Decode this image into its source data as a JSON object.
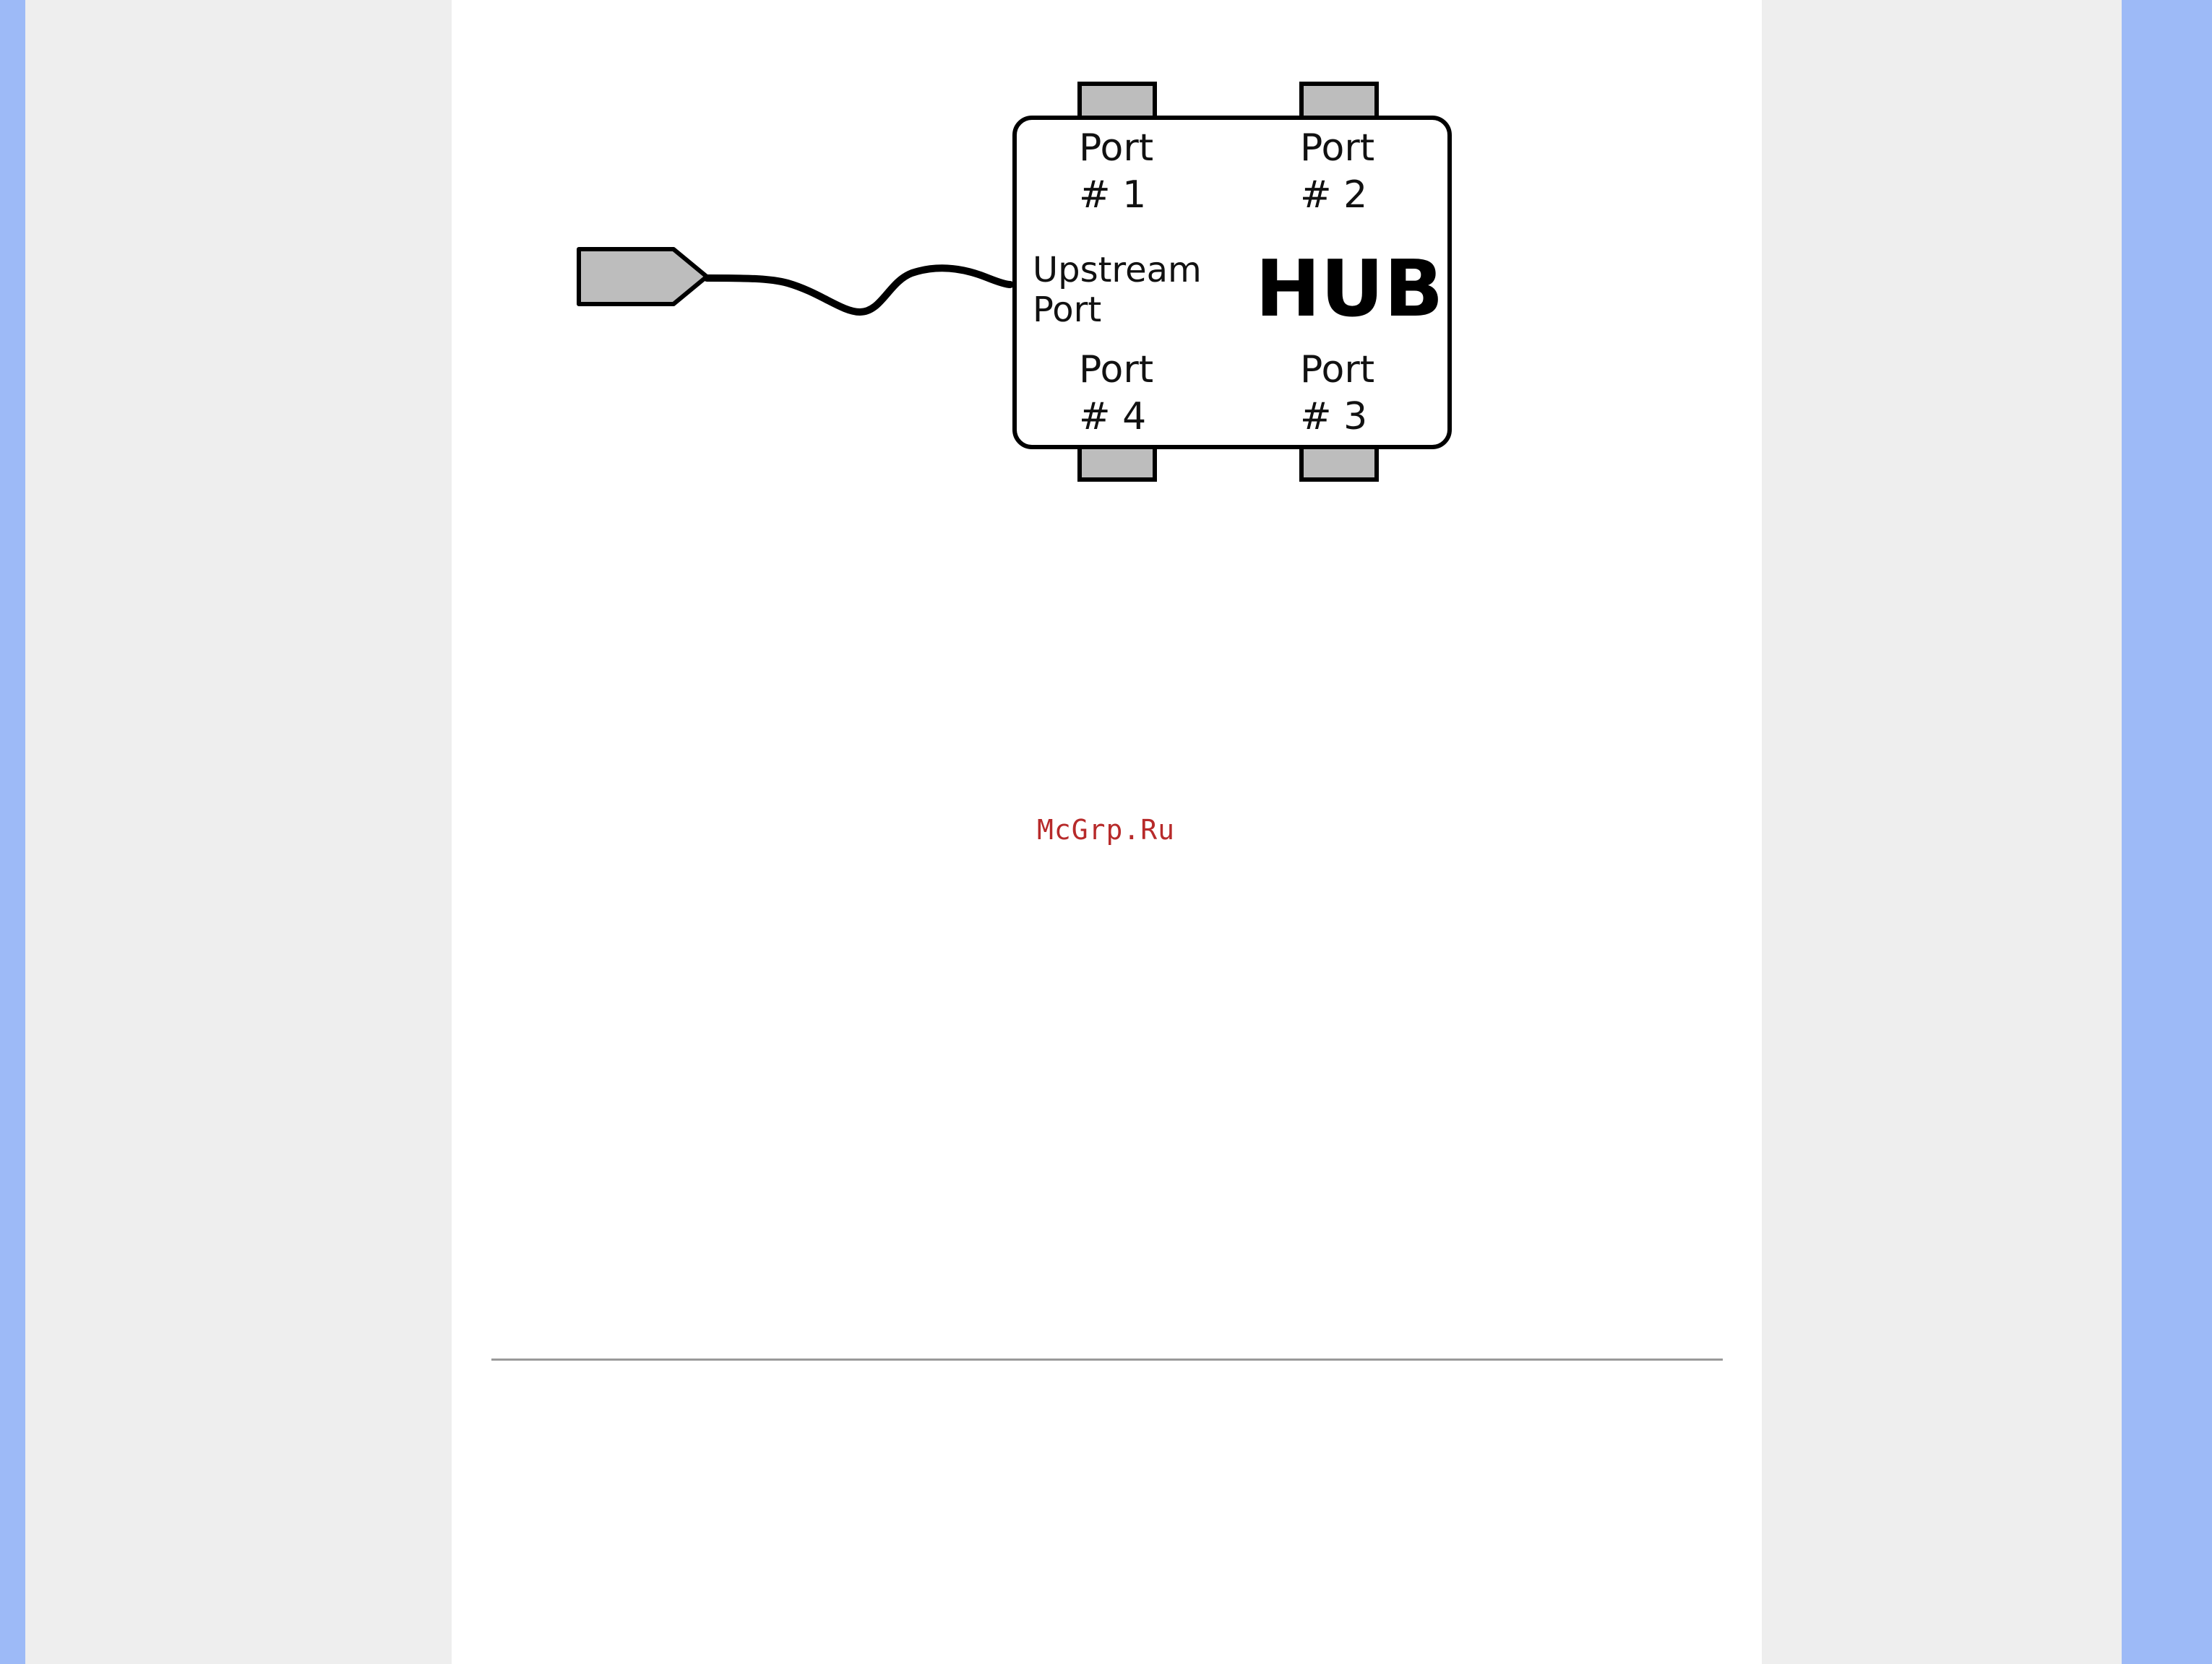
{
  "diagram": {
    "hub_label": "HUB",
    "upstream_label_line1": "Upstream",
    "upstream_label_line2": "Port",
    "ports": [
      {
        "line1": "Port",
        "line2": "# 1"
      },
      {
        "line1": "Port",
        "line2": "# 2"
      },
      {
        "line1": "Port",
        "line2": "# 4"
      },
      {
        "line1": "Port",
        "line2": "# 3"
      }
    ]
  },
  "watermark": "McGrp.Ru"
}
